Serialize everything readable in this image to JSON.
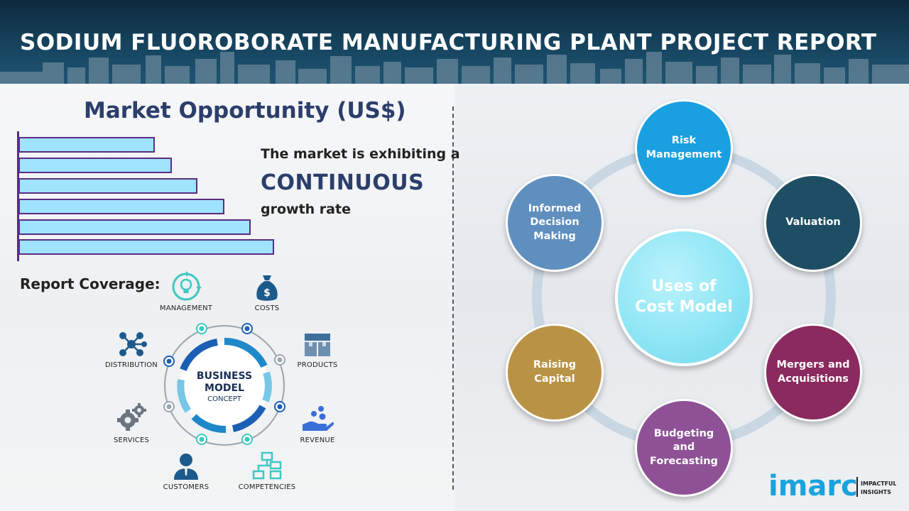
{
  "header": {
    "title": "SODIUM FLUOROBORATE MANUFACTURING PLANT PROJECT REPORT"
  },
  "market": {
    "title": "Market Opportunity (US$)",
    "line1": "The market is exhibiting a",
    "highlight": "CONTINUOUS",
    "line3": "growth rate",
    "bar_fill": "#9fe3ff",
    "bar_border": "#5a2d82"
  },
  "coverage": {
    "label": "Report Coverage:",
    "center_line1": "BUSINESS",
    "center_line2": "MODEL",
    "center_line3": "CONCEPT",
    "items": {
      "management": {
        "label": "MANAGEMENT",
        "icon": "lightbulb-cycle-icon"
      },
      "costs": {
        "label": "COSTS",
        "icon": "money-bag-icon"
      },
      "distribution": {
        "label": "DISTRIBUTION",
        "icon": "network-icon"
      },
      "products": {
        "label": "PRODUCTS",
        "icon": "boxes-icon"
      },
      "services": {
        "label": "SERVICES",
        "icon": "gears-icon"
      },
      "revenue": {
        "label": "REVENUE",
        "icon": "hand-coins-icon"
      },
      "customers": {
        "label": "CUSTOMERS",
        "icon": "user-icon"
      },
      "competencies": {
        "label": "COMPETENCIES",
        "icon": "hierarchy-icon"
      }
    }
  },
  "cost_model": {
    "center": {
      "line1": "Uses of",
      "line2": "Cost Model"
    },
    "nodes": {
      "risk": {
        "line1": "Risk",
        "line2": "Management",
        "color": "#1a9fe0"
      },
      "valuation": {
        "line1": "Valuation",
        "color": "#1e4e63"
      },
      "mergers": {
        "line1": "Mergers and",
        "line2": "Acquisitions",
        "color": "#8a2a5e"
      },
      "budgeting": {
        "line1": "Budgeting",
        "line2": "and",
        "line3": "Forecasting",
        "color": "#8e5196"
      },
      "raising": {
        "line1": "Raising",
        "line2": "Capital",
        "color": "#b99345"
      },
      "informed": {
        "line1": "Informed",
        "line2": "Decision",
        "line3": "Making",
        "color": "#5f8fbf"
      }
    }
  },
  "logo": {
    "brand": "imarc",
    "tagline1": "IMPACTFUL",
    "tagline2": "INSIGHTS"
  }
}
